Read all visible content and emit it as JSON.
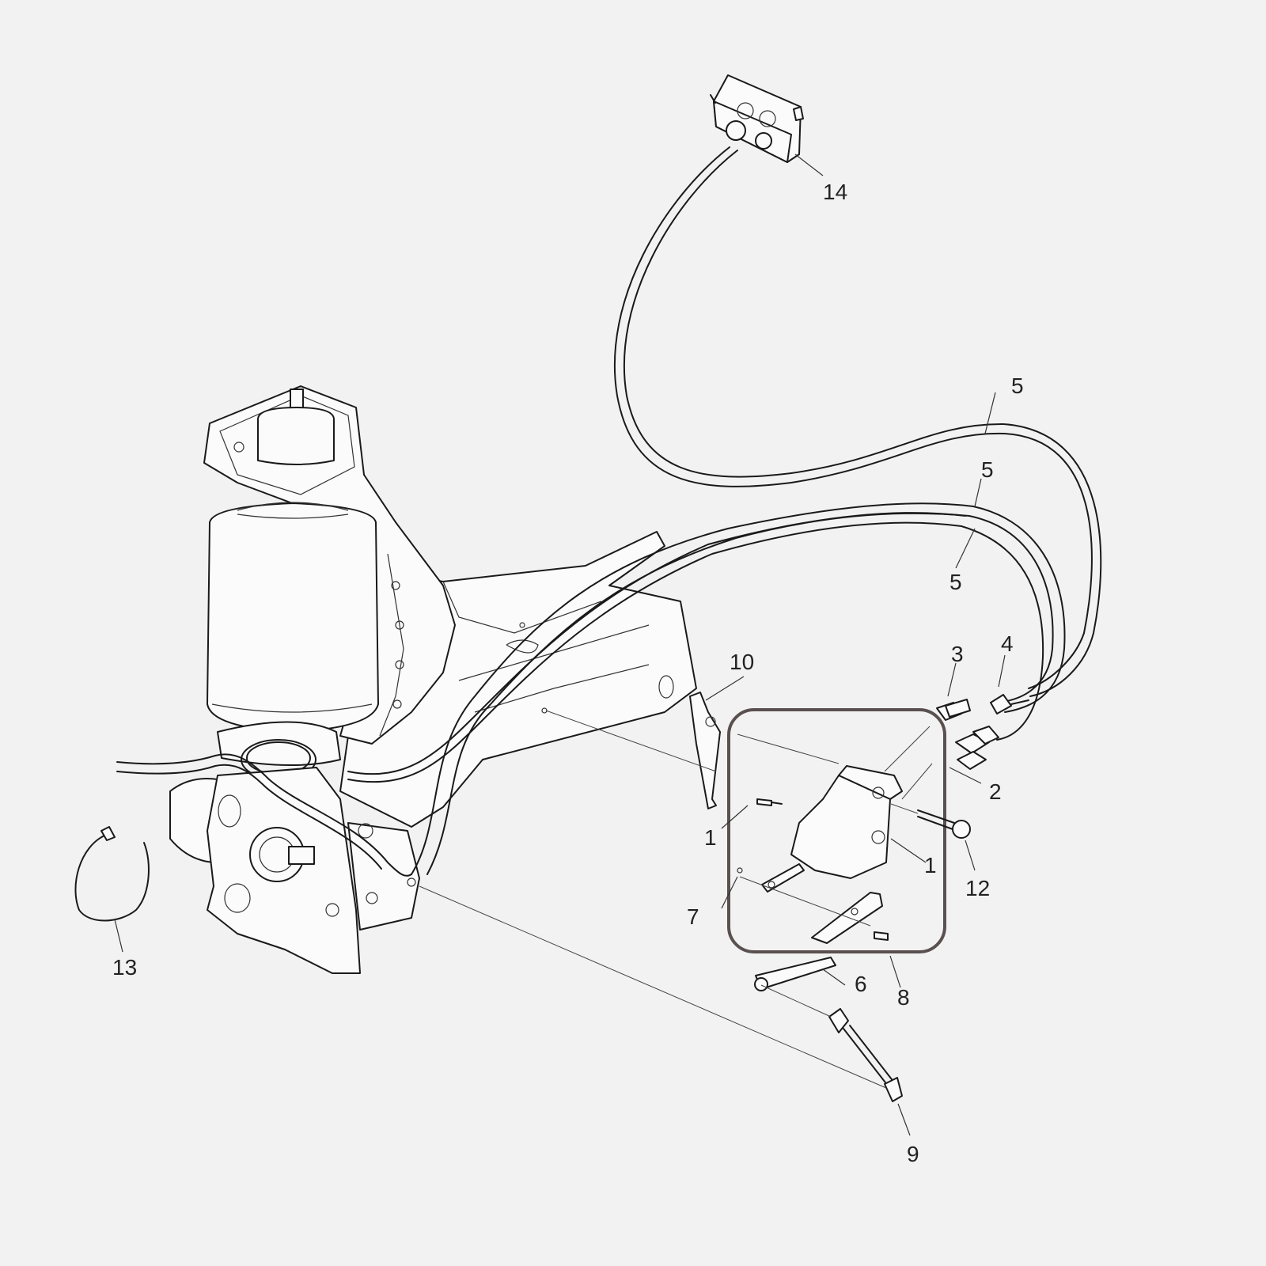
{
  "callouts": {
    "c1": "1",
    "c1b": "1",
    "c2": "2",
    "c3": "3",
    "c4": "4",
    "c5a": "5",
    "c5b": "5",
    "c5c": "5",
    "c6": "6",
    "c7": "7",
    "c8": "8",
    "c9": "9",
    "c10": "10",
    "c12": "12",
    "c13": "13",
    "c14": "14"
  },
  "colors": {
    "background": "#f2f2f2",
    "line": "#1a1a1a",
    "highlight_box": "#5a5050"
  }
}
